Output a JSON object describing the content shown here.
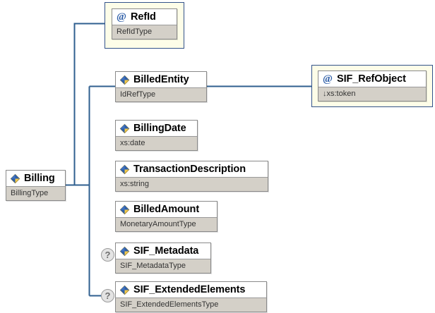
{
  "diagram": {
    "kind": "xml-schema-tree",
    "title": "Billing element schema diagram",
    "colors": {
      "line": "#2f5f8f",
      "node_border": "#8a8a8a",
      "type_band": "#d4d0c8",
      "wrapper_border": "#33538a",
      "wrapper_fill": "#fdfde8",
      "badge_fill": "#e3e3e3",
      "icon_blue": "#2f5fa8",
      "icon_yellow": "#f2c94c",
      "background": "#ffffff"
    },
    "root": {
      "id": "billing",
      "name": "Billing",
      "type": "BillingType",
      "icon": "element-diamond-icon",
      "optional": false
    },
    "attribute_children": [
      {
        "id": "refid",
        "name": "RefId",
        "type": "RefIdType",
        "icon": "attribute-at-icon",
        "optional": false,
        "framed": true
      }
    ],
    "element_children": [
      {
        "id": "billedentity",
        "name": "BilledEntity",
        "type": "IdRefType",
        "icon": "element-diamond-icon",
        "optional": false,
        "framed": false
      },
      {
        "id": "billingdate",
        "name": "BillingDate",
        "type": "xs:date",
        "icon": "element-diamond-icon",
        "optional": false,
        "framed": false
      },
      {
        "id": "transactiondescription",
        "name": "TransactionDescription",
        "type": "xs:string",
        "icon": "element-diamond-icon",
        "optional": false,
        "framed": false
      },
      {
        "id": "billedamount",
        "name": "BilledAmount",
        "type": "MonetaryAmountType",
        "icon": "element-diamond-icon",
        "optional": false,
        "framed": false
      },
      {
        "id": "sifmetadata",
        "name": "SIF_Metadata",
        "type": "SIF_MetadataType",
        "icon": "element-diamond-icon",
        "optional": true,
        "badge": "?",
        "framed": false
      },
      {
        "id": "sifextendedelements",
        "name": "SIF_ExtendedElements",
        "type": "SIF_ExtendedElementsType",
        "icon": "element-diamond-icon",
        "optional": true,
        "badge": "?",
        "framed": false
      }
    ],
    "grandchildren": [
      {
        "id": "sifrefobject",
        "parent": "billedentity",
        "name": "SIF_RefObject",
        "type": "xs:token",
        "type_prefix": "↓",
        "icon": "attribute-at-icon",
        "optional": false,
        "framed": true
      }
    ]
  }
}
